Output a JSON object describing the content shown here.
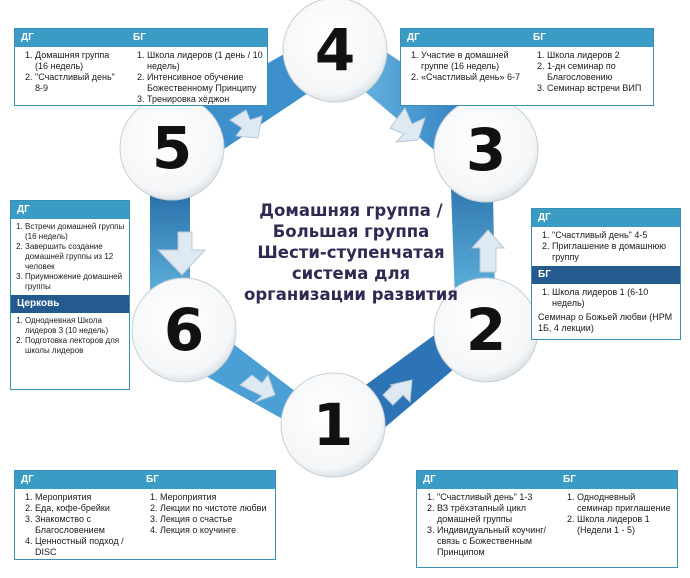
{
  "center": {
    "lines": [
      "Домашняя группа /",
      "Большая группа",
      "Шести-ступенчатая",
      "система для",
      "организации развития"
    ]
  },
  "steps": [
    "1",
    "2",
    "3",
    "4",
    "5",
    "6"
  ],
  "colors": {
    "hexagon_light": "#5fb3dd",
    "hexagon_dark": "#1d5f9c",
    "header_blue": "#3a9bc4",
    "header_dark": "#245a8e"
  },
  "box4": {
    "dg": {
      "title": "ДГ",
      "items": [
        "Домашняя группа (16 недель)",
        "\"Счастливый день\" 8-9"
      ]
    },
    "bg": {
      "title": "БГ",
      "items": [
        "Школа лидеров (1 день / 10 недель)",
        "Интенсивное обучение Божественному Принципу",
        "Тренировка хёджон"
      ]
    }
  },
  "box3": {
    "dg": {
      "title": "ДГ",
      "items": [
        "Участие в домашней группе (16 недель)",
        "«Счастливый день» 6-7"
      ]
    },
    "bg": {
      "title": "БГ",
      "items": [
        "Школа лидеров 2",
        "1-дн семинар по Благословению",
        "Семинар встречи ВИП"
      ]
    }
  },
  "box6": {
    "dg": {
      "title": "ДГ",
      "items": [
        "Встречи домашней группы (16 недель)",
        "Завершить создание домашней группы из 12 человек",
        "Приумножение домашней группы"
      ]
    },
    "church": {
      "title": "Церковь",
      "items": [
        "Однодневная Школа лидеров 3 (10 недель)",
        "Подготовка лекторов для школы лидеров"
      ]
    }
  },
  "box2": {
    "dg": {
      "title": "ДГ",
      "items": [
        "\"Счастливый день\" 4-5",
        "Приглашение в домашнюю группу"
      ]
    },
    "bg": {
      "title": "БГ",
      "items": [
        "Школа лидеров 1 (6-10 недель)"
      ],
      "note": "Семинар о Божьей любви (НРМ 1Б, 4 лекции)"
    }
  },
  "box_left": {
    "dg": {
      "title": "ДГ",
      "items": [
        "Мероприятия",
        "Еда, кофе-брейки",
        "Знакомство с Благословением",
        "Ценностный подход / DISC"
      ]
    },
    "bg": {
      "title": "БГ",
      "items": [
        "Мероприятия",
        "Лекции по чистоте любви",
        "Лекция о счастье",
        "Лекция о коучинге"
      ]
    }
  },
  "box_right": {
    "dg": {
      "title": "ДГ",
      "items": [
        "\"Счастливый день\" 1-3",
        "ВЗ трёхэтапный цикл домашней группы",
        "Индивидуальный коучинг/ связь с Божественным Принципом"
      ]
    },
    "bg": {
      "title": "БГ",
      "items": [
        "Однодневный семинар приглашение",
        "Школа лидеров 1 (Недели 1 - 5)"
      ]
    }
  }
}
